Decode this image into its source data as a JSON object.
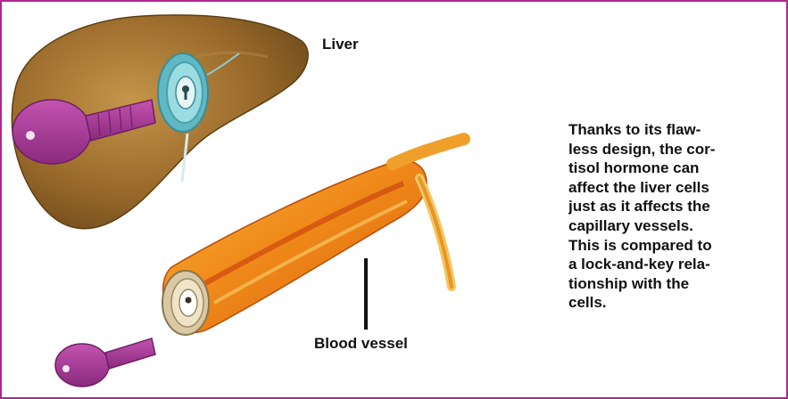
{
  "labels": {
    "liver": "Liver",
    "blood_vessel": "Blood vessel"
  },
  "caption_lines": [
    "Thanks to its flaw-",
    "less design, the cor-",
    "tisol hormone can",
    "affect the liver cells",
    "just as it affects the",
    "capillary vessels.",
    "This is compared to",
    "a lock-and-key rela-",
    "tionship with the",
    "cells."
  ],
  "colors": {
    "border": "#b0268f",
    "liver": "#9a6a2a",
    "key": "#a0368f",
    "lock_ring": "#69c6d0",
    "vessel": "#e8740e"
  }
}
